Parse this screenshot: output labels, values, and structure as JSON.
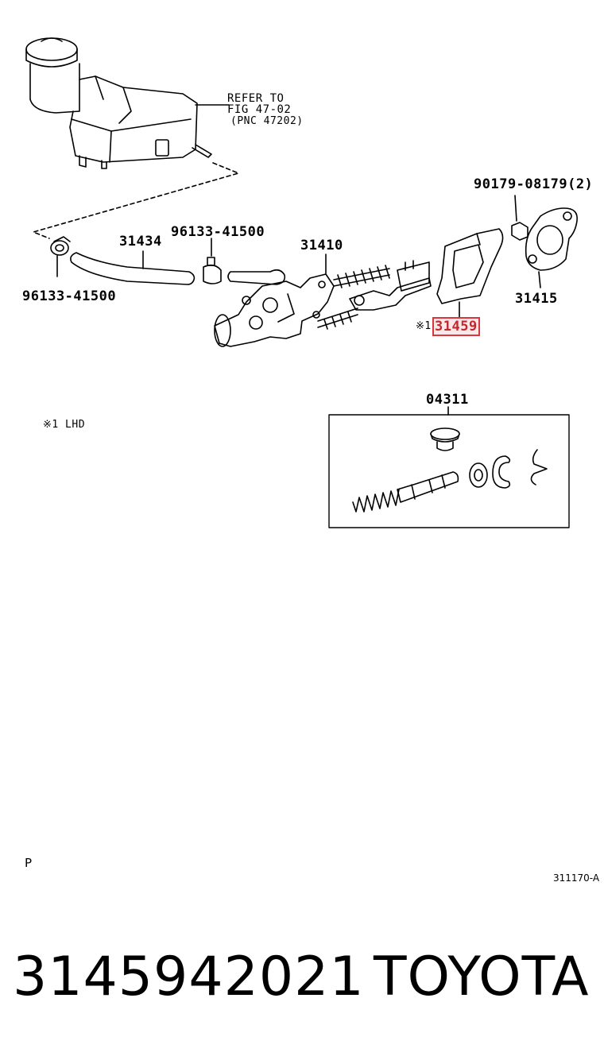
{
  "labels": {
    "refer_line1": "REFER TO",
    "refer_line2": "FIG 47-02",
    "refer_line3": "(PNC 47202)",
    "bolt": "90179-08179(2)",
    "clamp_mid": "96133-41500",
    "clamp_left": "96133-41500",
    "hose": "31434",
    "cylinder": "31410",
    "gasket": "31415",
    "insulator_mark": "※1",
    "insulator": "31459",
    "kit": "04311"
  },
  "notes": {
    "lhd": "※1  LHD",
    "p_mark": "P",
    "fig_code": "311170-A"
  },
  "footer": {
    "part_number": "3145942021",
    "brand": "TOYOTA"
  },
  "colors": {
    "line": "#000000",
    "highlight": "#d9363e"
  }
}
